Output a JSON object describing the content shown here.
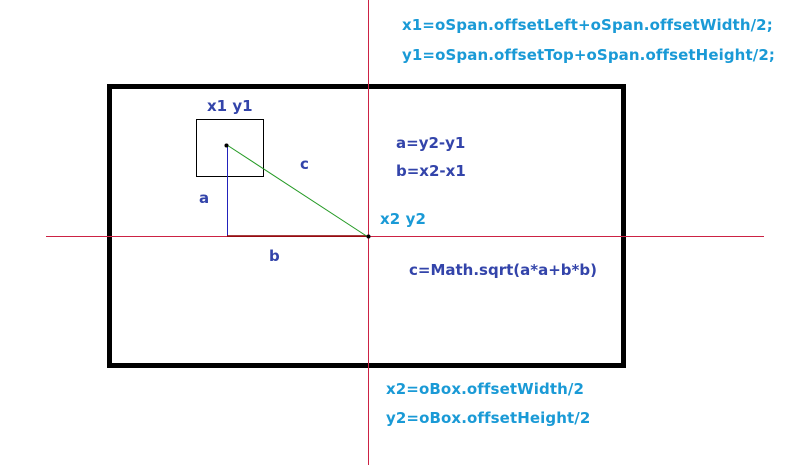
{
  "colors": {
    "box_border": "#000000",
    "axis_line": "#cc2244",
    "line_a": "#2222bb",
    "line_b": "#880000",
    "line_c": "#229922",
    "label_dark_blue": "#3344aa",
    "label_cyan": "#1a9ad6"
  },
  "formulas": {
    "span_x": "x1=oSpan.offsetLeft+oSpan.offsetWidth/2;",
    "span_y": "y1=oSpan.offsetTop+oSpan.offsetHeight/2;",
    "box_x": "x2=oBox.offsetWidth/2",
    "box_y": "y2=oBox.offsetHeight/2",
    "a_def": "a=y2-y1",
    "b_def": "b=x2-x1",
    "c_def": "c=Math.sqrt(a*a+b*b)"
  },
  "labels": {
    "point1": "x1 y1",
    "point2": "x2 y2",
    "side_a": "a",
    "side_b": "b",
    "side_c": "c"
  }
}
